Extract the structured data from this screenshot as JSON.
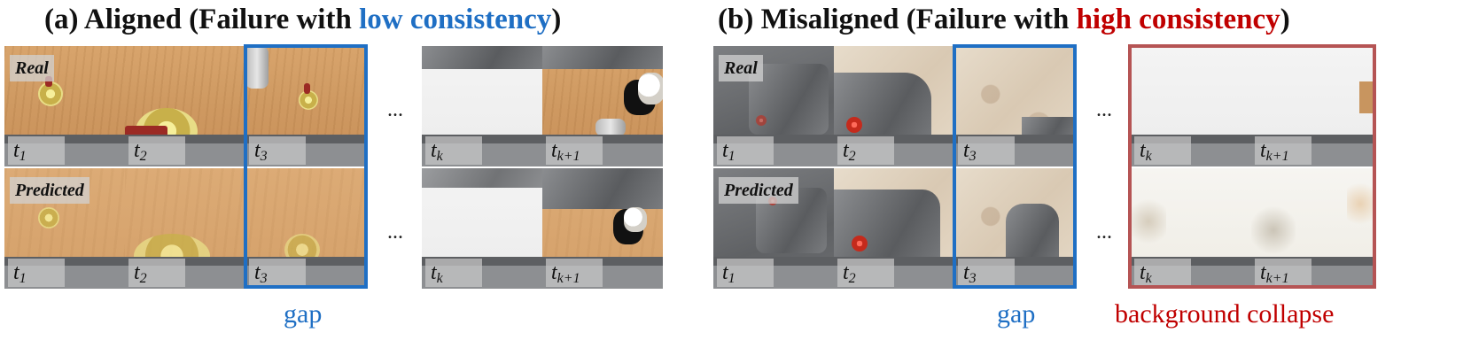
{
  "panel_a": {
    "title_prefix": "(a) Aligned (Failure with ",
    "title_highlight": "low consistency",
    "title_suffix": ")",
    "highlight_color": "#1f6fc4",
    "row_real": "Real",
    "row_predicted": "Predicted",
    "t1": "t",
    "t1_sub": "1",
    "t2": "t",
    "t2_sub": "2",
    "t3": "t",
    "t3_sub": "3",
    "tk": "t",
    "tk_sub": "k",
    "tk1": "t",
    "tk1_sub": "k+1",
    "ellipsis": "...",
    "caption": "gap"
  },
  "panel_b": {
    "title_prefix": "(b) Misaligned (Failure with ",
    "title_highlight": "high consistency",
    "title_suffix": ")",
    "highlight_color": "#c00000",
    "row_real": "Real",
    "row_predicted": "Predicted",
    "t1": "t",
    "t1_sub": "1",
    "t2": "t",
    "t2_sub": "2",
    "t3": "t",
    "t3_sub": "3",
    "tk": "t",
    "tk_sub": "k",
    "tk1": "t",
    "tk1_sub": "k+1",
    "ellipsis": "...",
    "caption_gap": "gap",
    "caption_collapse": "background collapse"
  },
  "colors": {
    "gap_box": "#1f6fc4",
    "collapse_box": "#b55454"
  }
}
